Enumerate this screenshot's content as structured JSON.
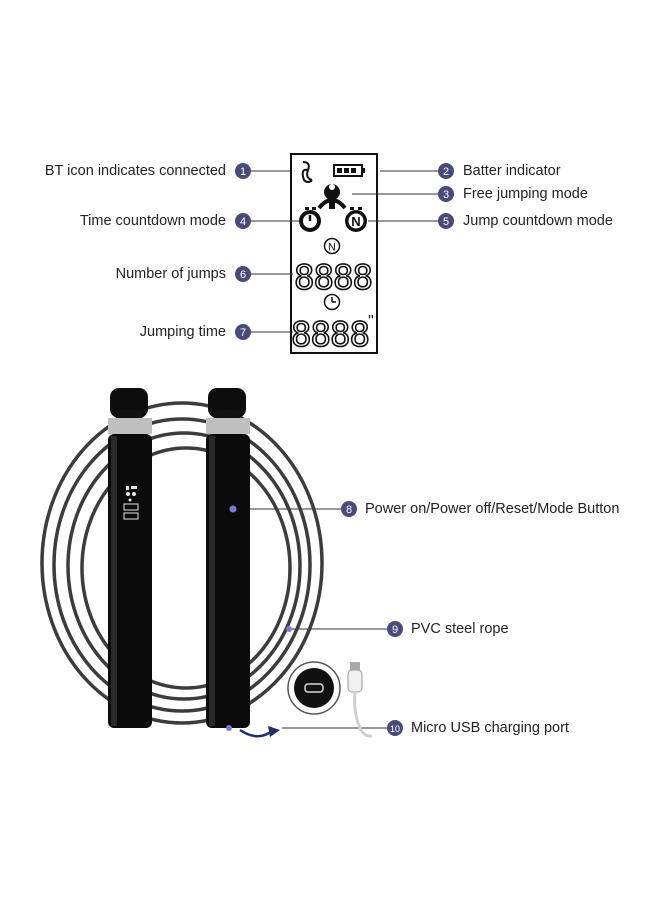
{
  "accent_color": "#4a4a7a",
  "callouts": [
    {
      "num": "1",
      "label": "BT icon indicates connected"
    },
    {
      "num": "2",
      "label": "Batter indicator"
    },
    {
      "num": "3",
      "label": "Free jumping mode"
    },
    {
      "num": "4",
      "label": "Time countdown mode"
    },
    {
      "num": "5",
      "label": "Jump countdown mode"
    },
    {
      "num": "6",
      "label": "Number of jumps"
    },
    {
      "num": "7",
      "label": "Jumping time"
    },
    {
      "num": "8",
      "label": "Power on/Power off/Reset/Mode Button"
    },
    {
      "num": "9",
      "label": "PVC steel rope"
    },
    {
      "num": "10",
      "label": "Micro USB charging port"
    }
  ],
  "display": {
    "digits_jumps": "8888",
    "digits_time": "8888",
    "time_suffix": "\"",
    "mode_letter": "N"
  },
  "icons": [
    "bluetooth-icon",
    "battery-icon",
    "free-jump-icon",
    "timer-icon",
    "counter-icon",
    "clock-icon",
    "usb-port-icon",
    "usb-cable-icon"
  ]
}
